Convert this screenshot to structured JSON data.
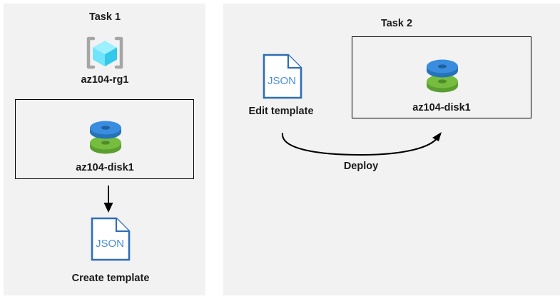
{
  "diagram": {
    "title_semantic": "Azure resource group, disk and ARM template tasks",
    "background_color": "#ffffff",
    "panel_color": "#f2f2f2",
    "box_border_color": "#000000",
    "text_color": "#1a1a1a"
  },
  "panels": [
    {
      "id": "task1",
      "title": "Task 1",
      "nodes": {
        "resource_group": {
          "icon": "resource-group-cube-icon",
          "label": "az104-rg1",
          "color": "#50e6ff"
        },
        "disk": {
          "icon": "managed-disk-icon",
          "label": "az104-disk1",
          "top_color": "#3a8dde",
          "bottom_color": "#6cb33f"
        },
        "template": {
          "icon": "json-file-icon",
          "icon_text": "JSON",
          "label": "Create template",
          "color": "#2f6db4"
        }
      },
      "connector": {
        "type": "straight-arrow",
        "direction": "down",
        "label": "",
        "color": "#000000"
      }
    },
    {
      "id": "task2",
      "title": "Task 2",
      "nodes": {
        "template": {
          "icon": "json-file-icon",
          "icon_text": "JSON",
          "label": "Edit template",
          "color": "#2f6db4"
        },
        "disk": {
          "icon": "managed-disk-icon",
          "label": "az104-disk1",
          "top_color": "#3a8dde",
          "bottom_color": "#6cb33f"
        }
      },
      "connector": {
        "type": "curved-arrow",
        "direction": "right-up",
        "label": "Deploy",
        "color": "#000000"
      }
    }
  ]
}
